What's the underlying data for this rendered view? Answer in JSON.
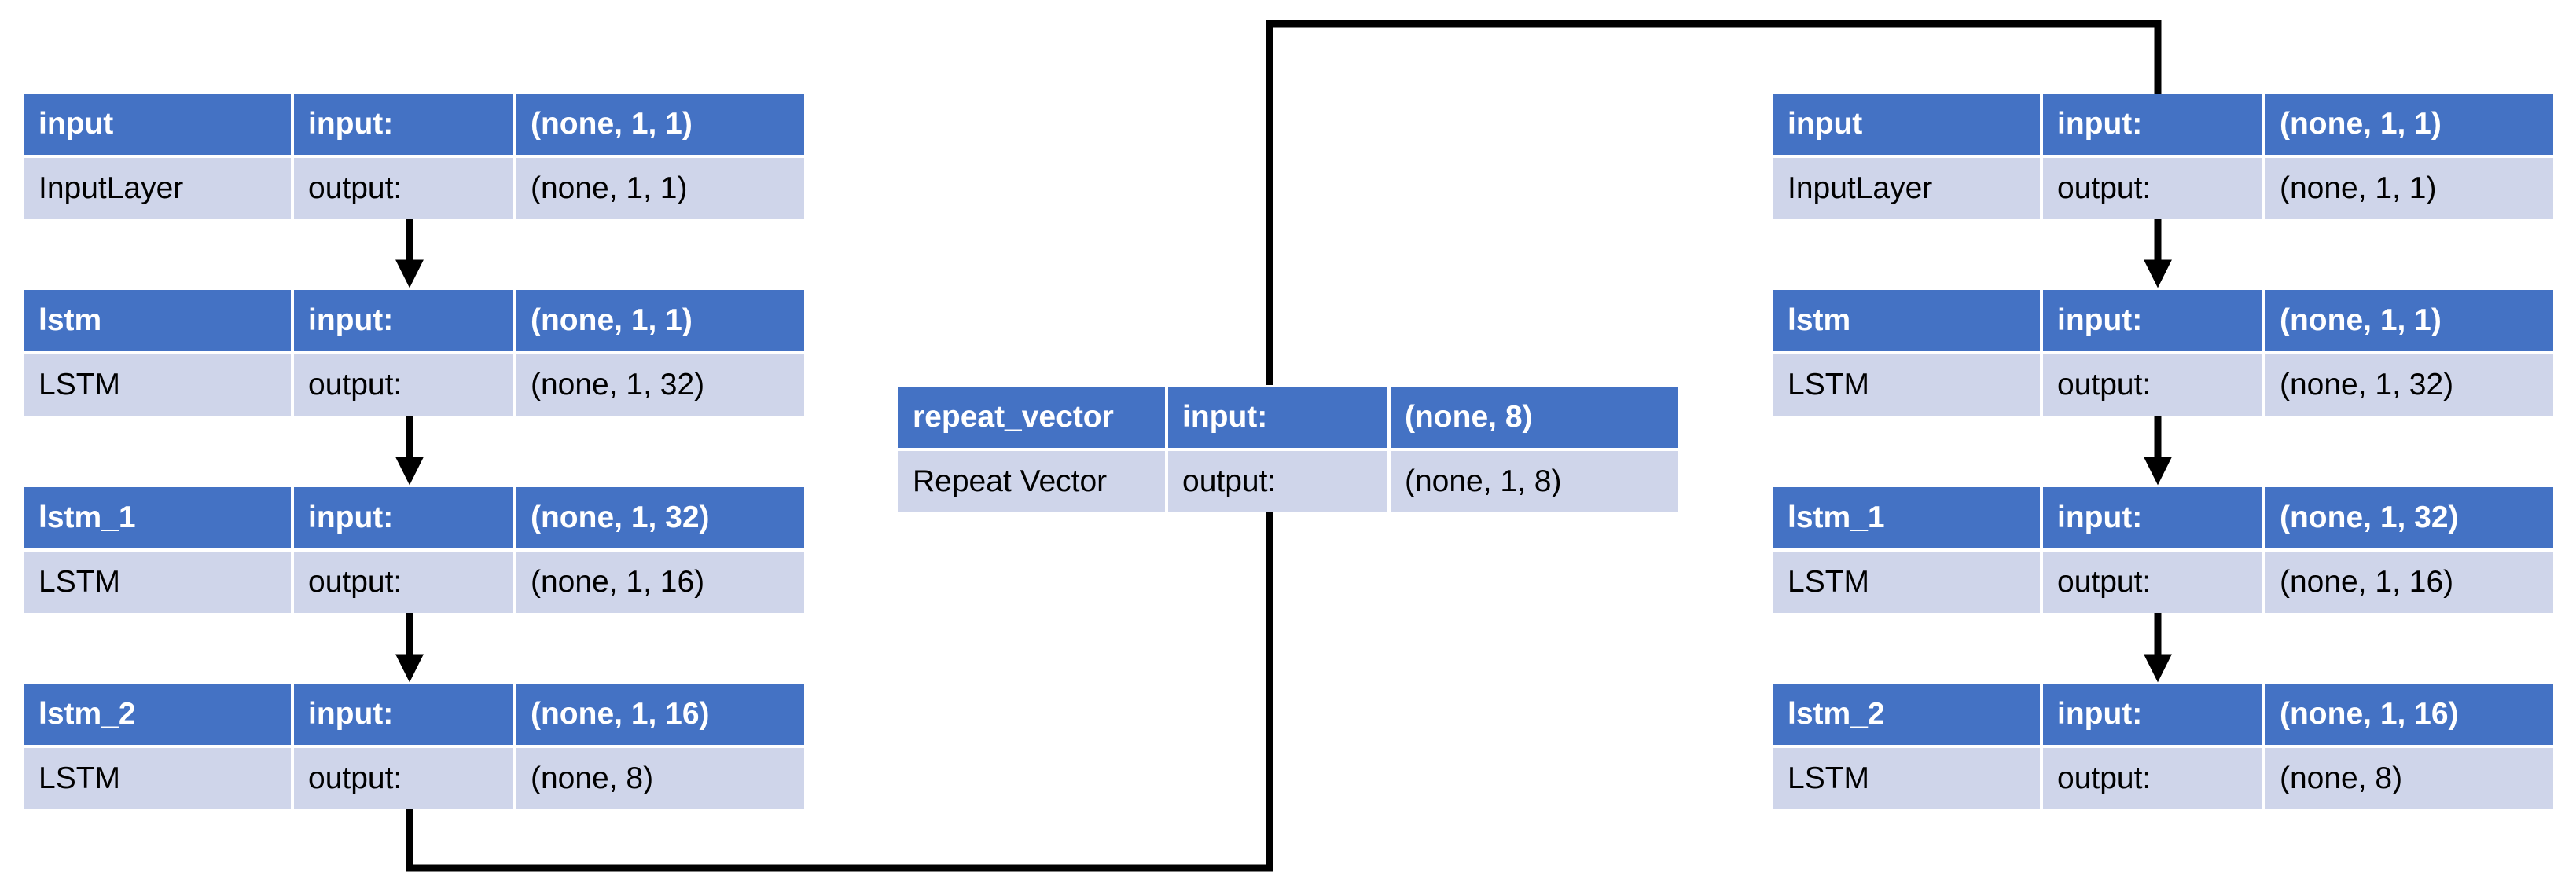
{
  "left_stack": [
    {
      "name": "input",
      "class": "InputLayer",
      "input_label": "input:",
      "input_shape": "(none, 1, 1)",
      "output_label": "output:",
      "output_shape": "(none, 1, 1)"
    },
    {
      "name": "lstm",
      "class": "LSTM",
      "input_label": "input:",
      "input_shape": "(none, 1, 1)",
      "output_label": "output:",
      "output_shape": "(none, 1, 32)"
    },
    {
      "name": "lstm_1",
      "class": "LSTM",
      "input_label": "input:",
      "input_shape": "(none, 1, 32)",
      "output_label": "output:",
      "output_shape": "(none, 1, 16)"
    },
    {
      "name": "lstm_2",
      "class": "LSTM",
      "input_label": "input:",
      "input_shape": "(none, 1, 16)",
      "output_label": "output:",
      "output_shape": "(none, 8)"
    }
  ],
  "middle": {
    "name": "repeat_vector",
    "class": "Repeat Vector",
    "input_label": "input:",
    "input_shape": "(none, 8)",
    "output_label": "output:",
    "output_shape": "(none, 1, 8)"
  },
  "right_stack": [
    {
      "name": "input",
      "class": "InputLayer",
      "input_label": "input:",
      "input_shape": "(none, 1, 1)",
      "output_label": "output:",
      "output_shape": "(none, 1, 1)"
    },
    {
      "name": "lstm",
      "class": "LSTM",
      "input_label": "input:",
      "input_shape": "(none, 1, 1)",
      "output_label": "output:",
      "output_shape": "(none, 1, 32)"
    },
    {
      "name": "lstm_1",
      "class": "LSTM",
      "input_label": "input:",
      "input_shape": "(none, 1, 32)",
      "output_label": "output:",
      "output_shape": "(none, 1, 16)"
    },
    {
      "name": "lstm_2",
      "class": "LSTM",
      "input_label": "input:",
      "input_shape": "(none, 1, 16)",
      "output_label": "output:",
      "output_shape": "(none, 8)"
    }
  ],
  "colors": {
    "header": "#4472C4",
    "body": "#CFD5EA",
    "connector": "#000000"
  }
}
